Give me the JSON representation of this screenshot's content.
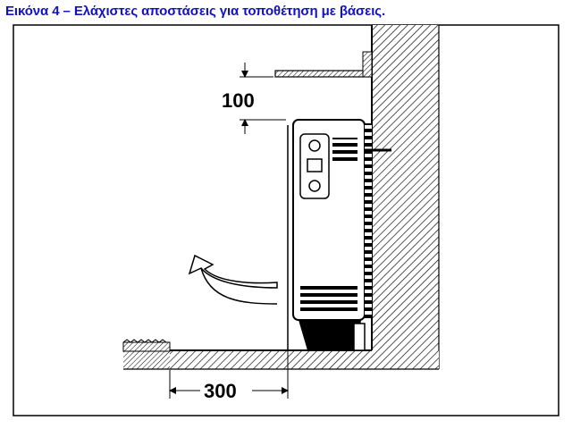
{
  "caption": "Εικόνα 4 – Ελάχιστες αποστάσεις για τοποθέτηση με βάσεις.",
  "dimensions": {
    "top_clearance": "100",
    "front_clearance": "300"
  }
}
